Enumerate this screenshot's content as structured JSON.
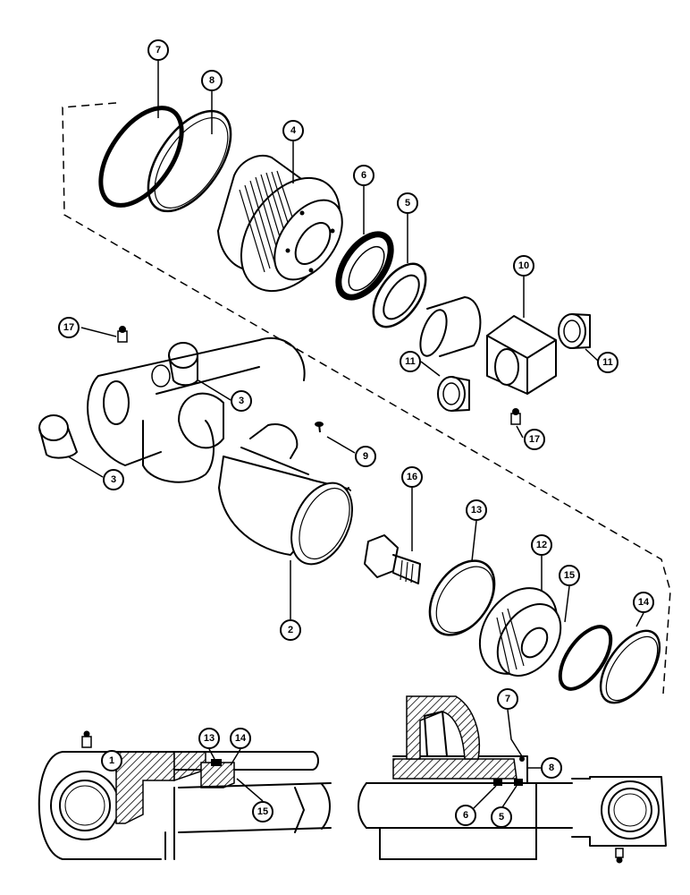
{
  "diagram": {
    "colors": {
      "ink": "#000000",
      "paper": "#ffffff"
    },
    "callouts": [
      {
        "id": "c7a",
        "label": "7"
      },
      {
        "id": "c8a",
        "label": "8"
      },
      {
        "id": "c4",
        "label": "4"
      },
      {
        "id": "c6a",
        "label": "6"
      },
      {
        "id": "c5a",
        "label": "5"
      },
      {
        "id": "c10",
        "label": "10"
      },
      {
        "id": "c11a",
        "label": "11"
      },
      {
        "id": "c11b",
        "label": "11"
      },
      {
        "id": "c17a",
        "label": "17"
      },
      {
        "id": "c17b",
        "label": "17"
      },
      {
        "id": "c3a",
        "label": "3"
      },
      {
        "id": "c3b",
        "label": "3"
      },
      {
        "id": "c9",
        "label": "9"
      },
      {
        "id": "c16",
        "label": "16"
      },
      {
        "id": "c13a",
        "label": "13"
      },
      {
        "id": "c12",
        "label": "12"
      },
      {
        "id": "c15a",
        "label": "15"
      },
      {
        "id": "c14a",
        "label": "14"
      },
      {
        "id": "c2",
        "label": "2"
      },
      {
        "id": "c1",
        "label": "1"
      },
      {
        "id": "c13b",
        "label": "13"
      },
      {
        "id": "c14b",
        "label": "14"
      },
      {
        "id": "c15b",
        "label": "15"
      },
      {
        "id": "c7b",
        "label": "7"
      },
      {
        "id": "c8b",
        "label": "8"
      },
      {
        "id": "c6b",
        "label": "6"
      },
      {
        "id": "c5b",
        "label": "5"
      }
    ]
  }
}
